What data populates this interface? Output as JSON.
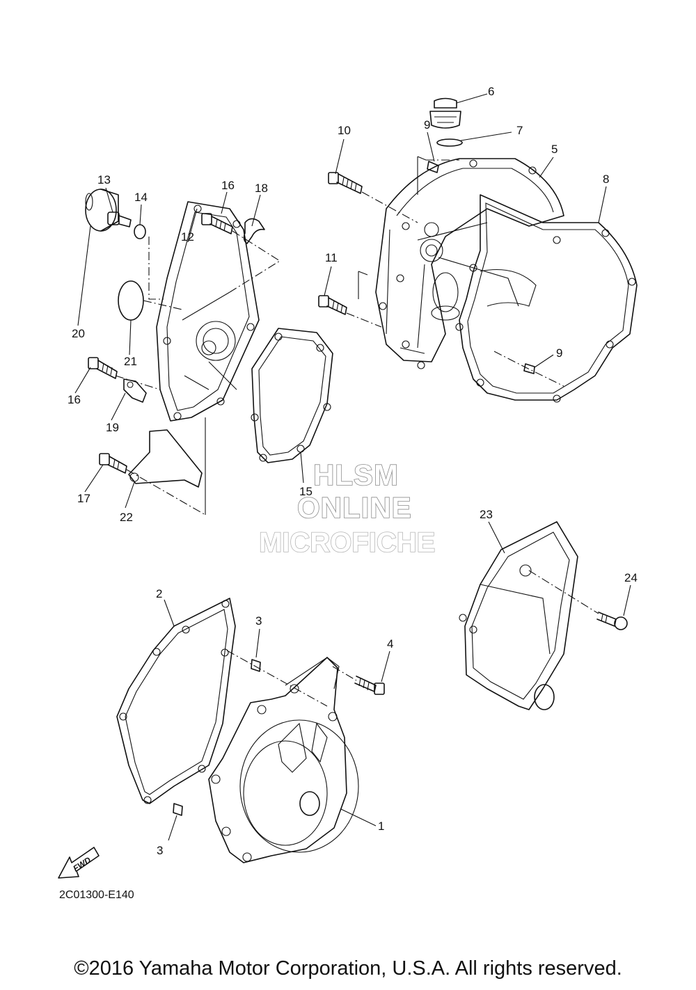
{
  "callouts": {
    "c1": "1",
    "c2": "2",
    "c3a": "3",
    "c3b": "3",
    "c4": "4",
    "c5": "5",
    "c6": "6",
    "c7": "7",
    "c8": "8",
    "c9a": "9",
    "c9b": "9",
    "c10": "10",
    "c11": "11",
    "c12": "12",
    "c13": "13",
    "c14": "14",
    "c15": "15",
    "c16a": "16",
    "c16b": "16",
    "c17": "17",
    "c18": "18",
    "c19": "19",
    "c20": "20",
    "c21": "21",
    "c22": "22",
    "c23": "23",
    "c24": "24"
  },
  "diagram_code": "2C01300-E140",
  "fwd_label": "FWD",
  "watermark": {
    "line1": "HLSM",
    "line2": "ONLINE",
    "line3": "MICROFICHE"
  },
  "copyright": "©2016 Yamaha Motor Corporation, U.S.A. All rights reserved."
}
